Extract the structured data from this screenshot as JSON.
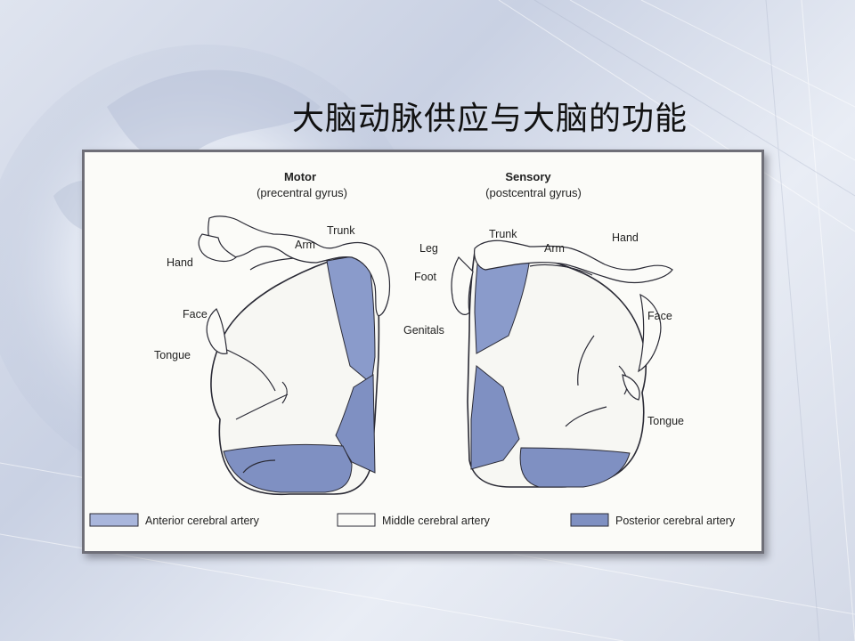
{
  "slide": {
    "title": "大脑动脉供应与大脑的功能",
    "accent_color": "#7f90c2"
  },
  "figure": {
    "motor": {
      "heading": "Motor",
      "subheading": "(precentral gyrus)",
      "labels": [
        "Trunk",
        "Arm",
        "Hand",
        "Face",
        "Tongue"
      ]
    },
    "sensory": {
      "heading": "Sensory",
      "subheading": "(postcentral gyrus)",
      "labels": [
        "Trunk",
        "Leg",
        "Arm",
        "Hand",
        "Foot",
        "Face",
        "Genitals",
        "Tongue"
      ]
    },
    "legend": [
      {
        "label": "Anterior cerebral artery",
        "color": "#a9b6dc"
      },
      {
        "label": "Middle cerebral artery",
        "color": "#fbfbf8"
      },
      {
        "label": "Posterior cerebral artery",
        "color": "#7f90c2"
      }
    ]
  }
}
